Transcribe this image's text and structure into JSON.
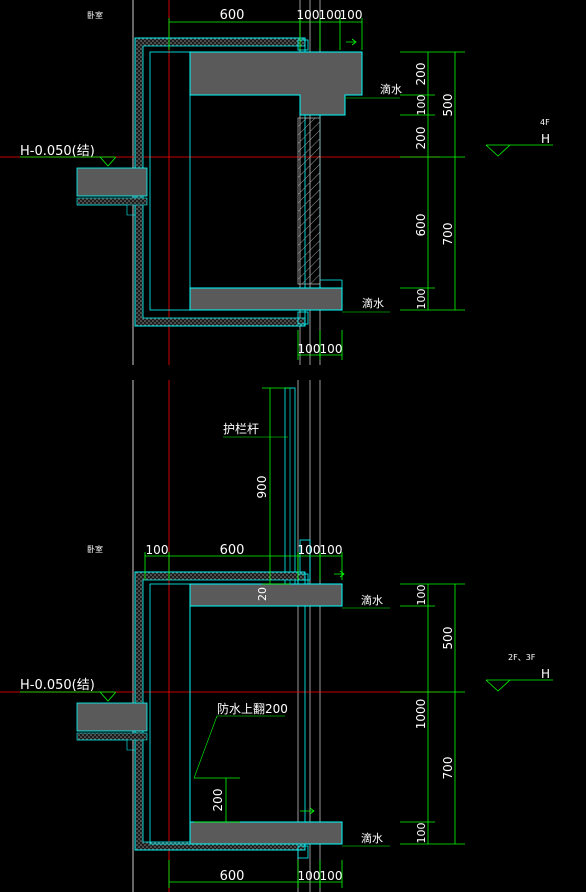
{
  "top_detail": {
    "room_label": "卧室",
    "elevation_label": "H-0.050(结)",
    "dims_top": [
      "600",
      "100",
      "100",
      "100"
    ],
    "dims_bottom": [
      "100",
      "100"
    ],
    "dims_right": [
      "200",
      "100",
      "200",
      "600",
      "100"
    ],
    "dims_right_totals": [
      "500",
      "700"
    ],
    "drip_labels": [
      "滴水",
      "滴水"
    ],
    "floor_label": "4F",
    "level_mark": "H"
  },
  "bottom_detail": {
    "room_label": "卧室",
    "elevation_label": "H-0.050(结)",
    "dims_top": [
      "100",
      "600",
      "100",
      "100"
    ],
    "dims_bottom": [
      "600",
      "100",
      "100"
    ],
    "dims_right": [
      "100",
      "1000",
      "100"
    ],
    "dims_right_totals": [
      "500",
      "700"
    ],
    "drip_labels": [
      "滴水",
      "滴水"
    ],
    "railing_label": "护栏杆",
    "railing_height": "900",
    "railing_gap": "20",
    "waterproof_label": "防水上翻200",
    "waterproof_dim": "200",
    "floor_label": "2F、3F",
    "level_mark": "H"
  },
  "colors": {
    "background": "#000000",
    "dimension": "#00ff00",
    "outline": "#00ffff",
    "axis": "#ff0000",
    "text": "#ffffff",
    "slab_fill": "#5a5a5a"
  }
}
